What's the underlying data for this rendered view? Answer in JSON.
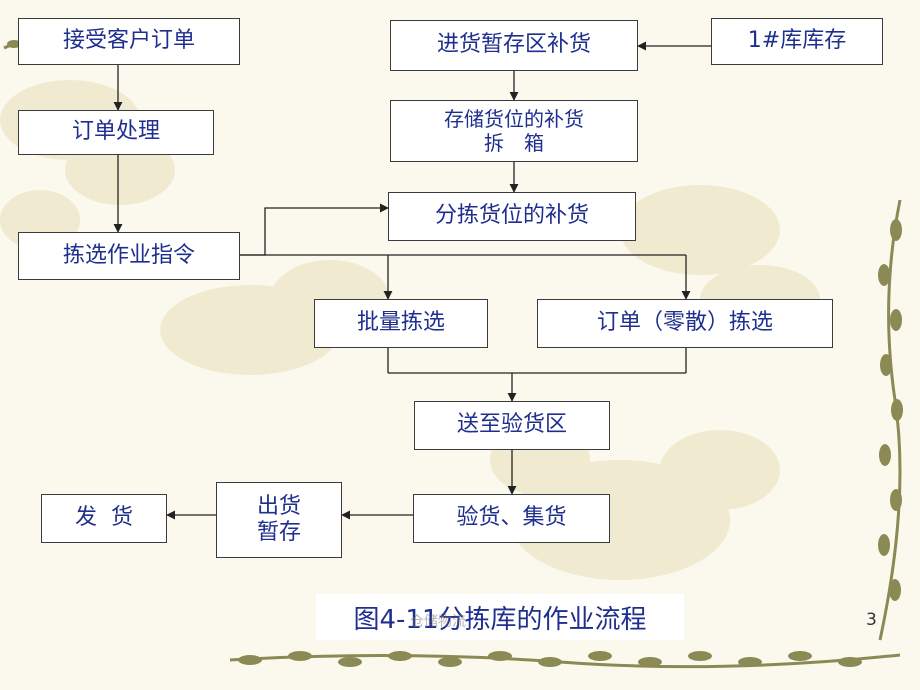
{
  "nodes": {
    "receive_order": "接受客户订单",
    "order_processing": "订单处理",
    "pick_instruction": "拣选作业指令",
    "inbound_staging_replenish": "进货暂存区补货",
    "warehouse_1_stock": "1#库库存",
    "storage_replenish_line1": "存储货位的补货",
    "storage_replenish_line2": "拆　箱",
    "pick_location_replenish": "分拣货位的补货",
    "batch_picking": "批量拣选",
    "order_picking": "订单（零散）拣选",
    "to_inspection_area": "送至验货区",
    "inspect_consolidate": "验货、集货",
    "outbound_staging_line1": "出货",
    "outbound_staging_line2": "暂存",
    "shipping": "发  货"
  },
  "caption": "图4-11分拣库的作业流程",
  "watermark": "仓储物流",
  "page_number": "3",
  "colors": {
    "text": "#1f2f8f",
    "border": "#3b3b3b",
    "line": "#222222",
    "background": "#fbf9ee"
  }
}
